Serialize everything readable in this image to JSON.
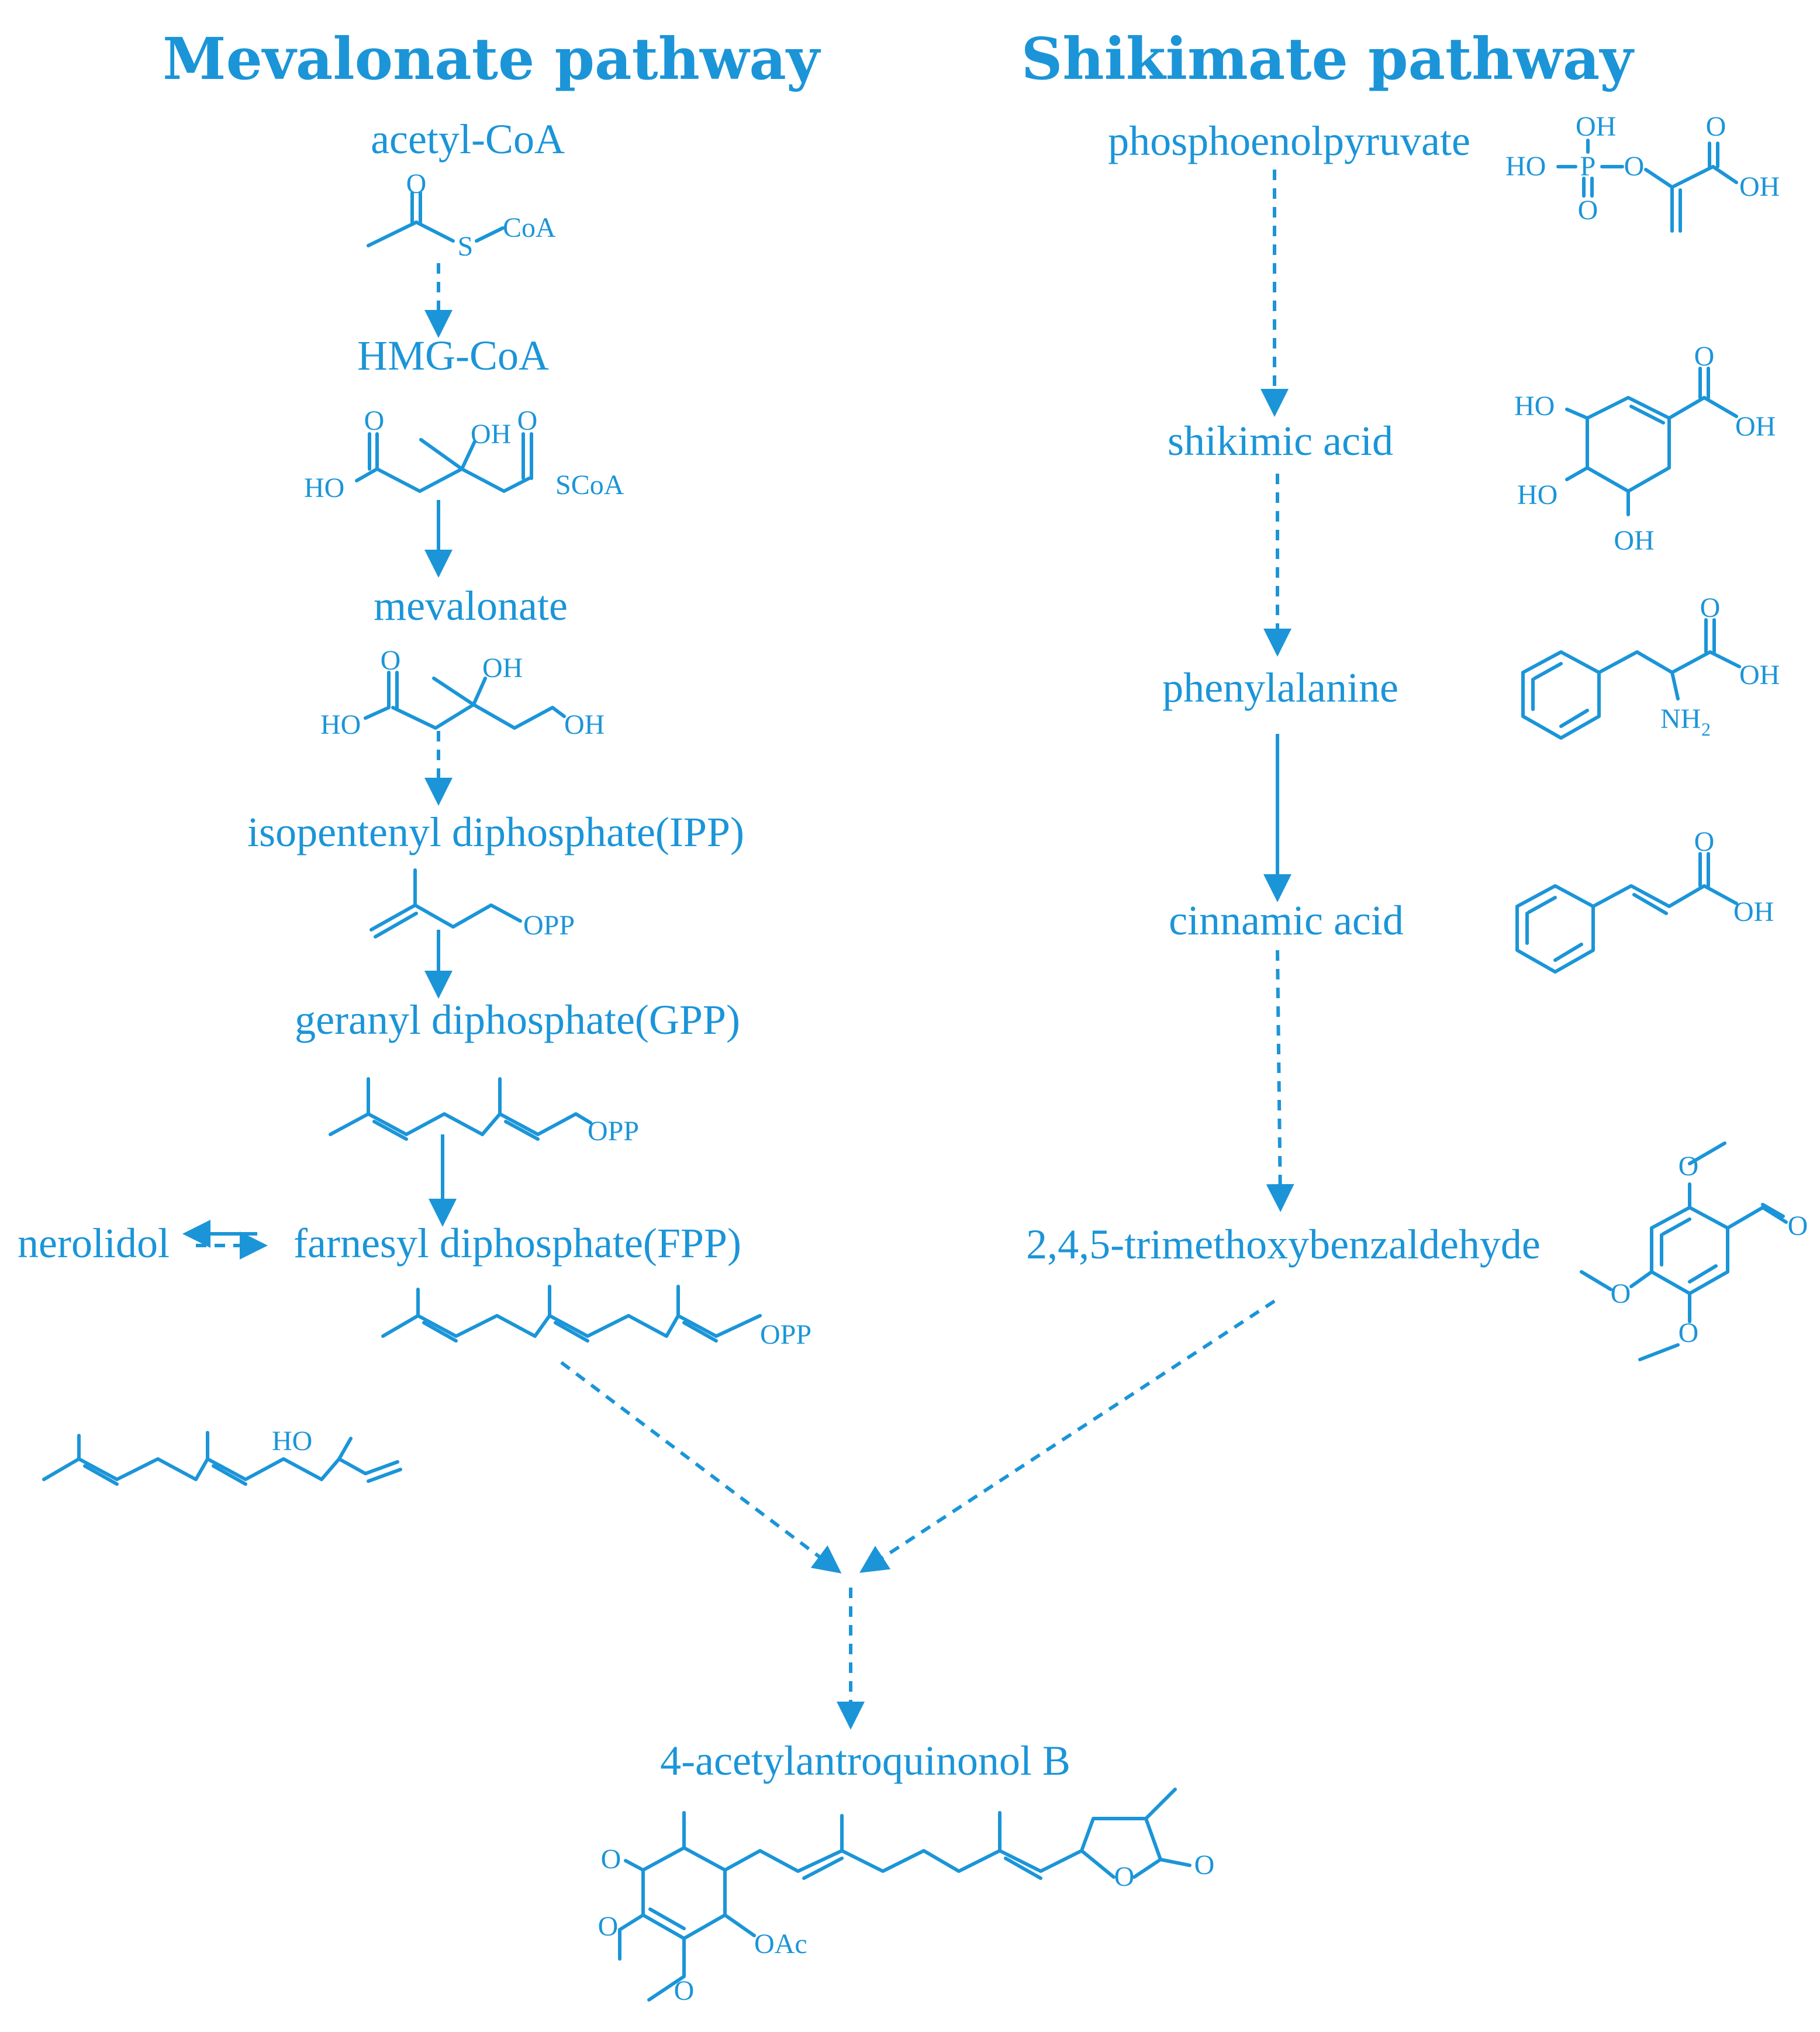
{
  "titles": {
    "left": "Mevalonate pathway",
    "right": "Shikimate pathway"
  },
  "mevalonate": {
    "acetyl": "acetyl-CoA",
    "hmg": "HMG-CoA",
    "mevalonate": "mevalonate",
    "ipp": "isopentenyl diphosphate(IPP)",
    "gpp": "geranyl diphosphate(GPP)",
    "fpp": "farnesyl diphosphate(FPP)",
    "nerolidol": "nerolidol"
  },
  "shikimate": {
    "pep": "phosphoenolpyruvate",
    "shikimic": "shikimic acid",
    "phe": "phenylalanine",
    "cinnamic": "cinnamic acid",
    "tmb": "2,4,5-trimethoxybenzaldehyde"
  },
  "product": "4-acetylantroquinonol B",
  "atoms": {
    "O": "O",
    "OH": "OH",
    "HO": "HO",
    "S": "S",
    "CoA": "CoA",
    "SCoA": "SCoA",
    "OPP": "OPP",
    "P": "P",
    "NH2": "NH",
    "sub2": "2",
    "OAc": "OAc"
  },
  "colors": {
    "accent": "#1b95d8"
  }
}
